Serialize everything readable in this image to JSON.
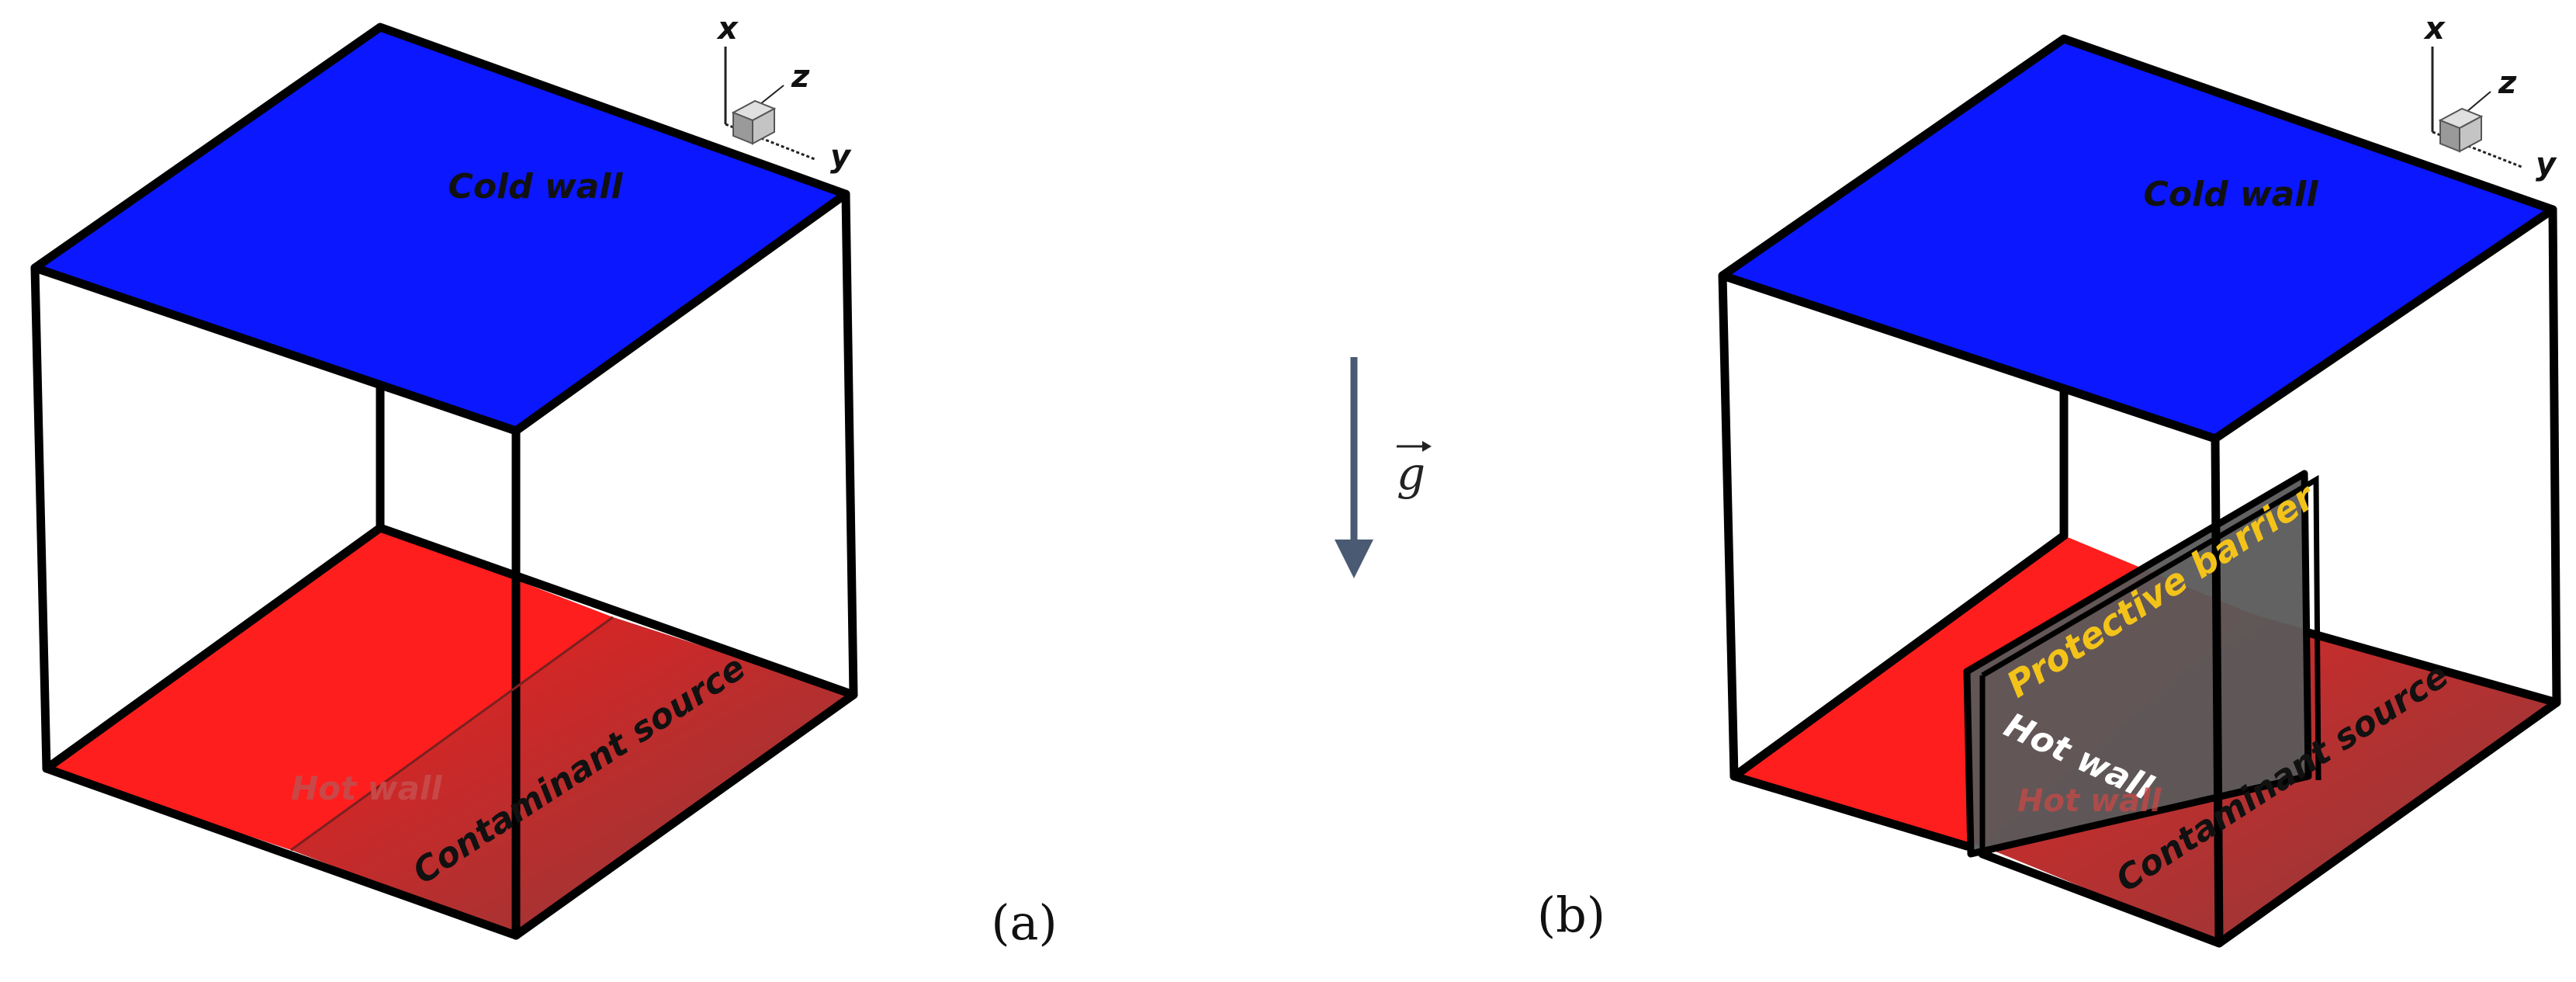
{
  "figure": {
    "panel_a": {
      "label": "(a)",
      "top_label": "Cold wall",
      "bottom_left_label": "Hot wall",
      "bottom_right_label": "Contaminant source"
    },
    "panel_b": {
      "label": "(b)",
      "top_label": "Cold wall",
      "bottom_left_label": "Hot wall",
      "bottom_right_label": "Contaminant source",
      "barrier_label": "Protective barrier",
      "barrier_hot_wall_label": "Hot wall"
    },
    "gravity_symbol": "g",
    "axes": {
      "x": "x",
      "y": "y",
      "z": "z"
    }
  },
  "colors": {
    "cold_wall": "#0a17ff",
    "hot_wall": "#ff1e1e",
    "contaminant_dark": "#8a3b3b",
    "barrier": "#555555",
    "barrier_text": "#f3c31a",
    "gravity_arrow": "#4a5a72",
    "edges": "#000000"
  }
}
